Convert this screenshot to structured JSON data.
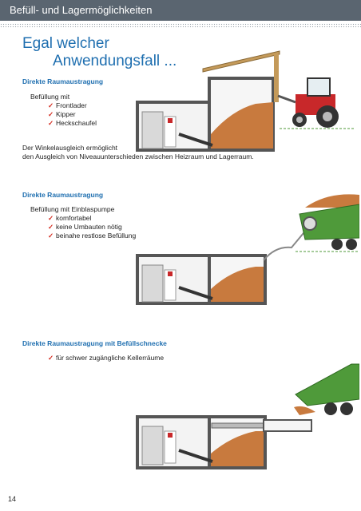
{
  "header": {
    "title": "Befüll- und Lagermöglichkeiten"
  },
  "headline": {
    "line1": "Egal welcher",
    "line2": "Anwendungsfall ..."
  },
  "sections": [
    {
      "title": "Direkte Raumaustragung",
      "intro": "Befüllung mit",
      "items": [
        "Frontlader",
        "Kipper",
        "Heckschaufel"
      ],
      "description_line1": "Der Winkelausgleich ermöglicht",
      "description_line2": "den Ausgleich von Niveauunterschieden zwischen Heizraum und Lagerraum."
    },
    {
      "title": "Direkte Raumaustragung",
      "intro": "Befüllung mit Einblaspumpe",
      "items": [
        "komfortabel",
        "keine Umbauten nötig",
        "beinahe restlose Befüllung"
      ]
    },
    {
      "title": "Direkte Raumaustragung mit Befüllschnecke",
      "items": [
        "für schwer zugängliche Kellerräume"
      ]
    }
  ],
  "check_glyph": "✓",
  "page_number": "14",
  "colors": {
    "header_bg": "#5a6570",
    "accent_blue": "#1f6fb0",
    "check_red": "#d42a1e",
    "woodchips": "#c87a3e",
    "tractor_red": "#c8282a",
    "trailer_green": "#4f9a3a"
  }
}
